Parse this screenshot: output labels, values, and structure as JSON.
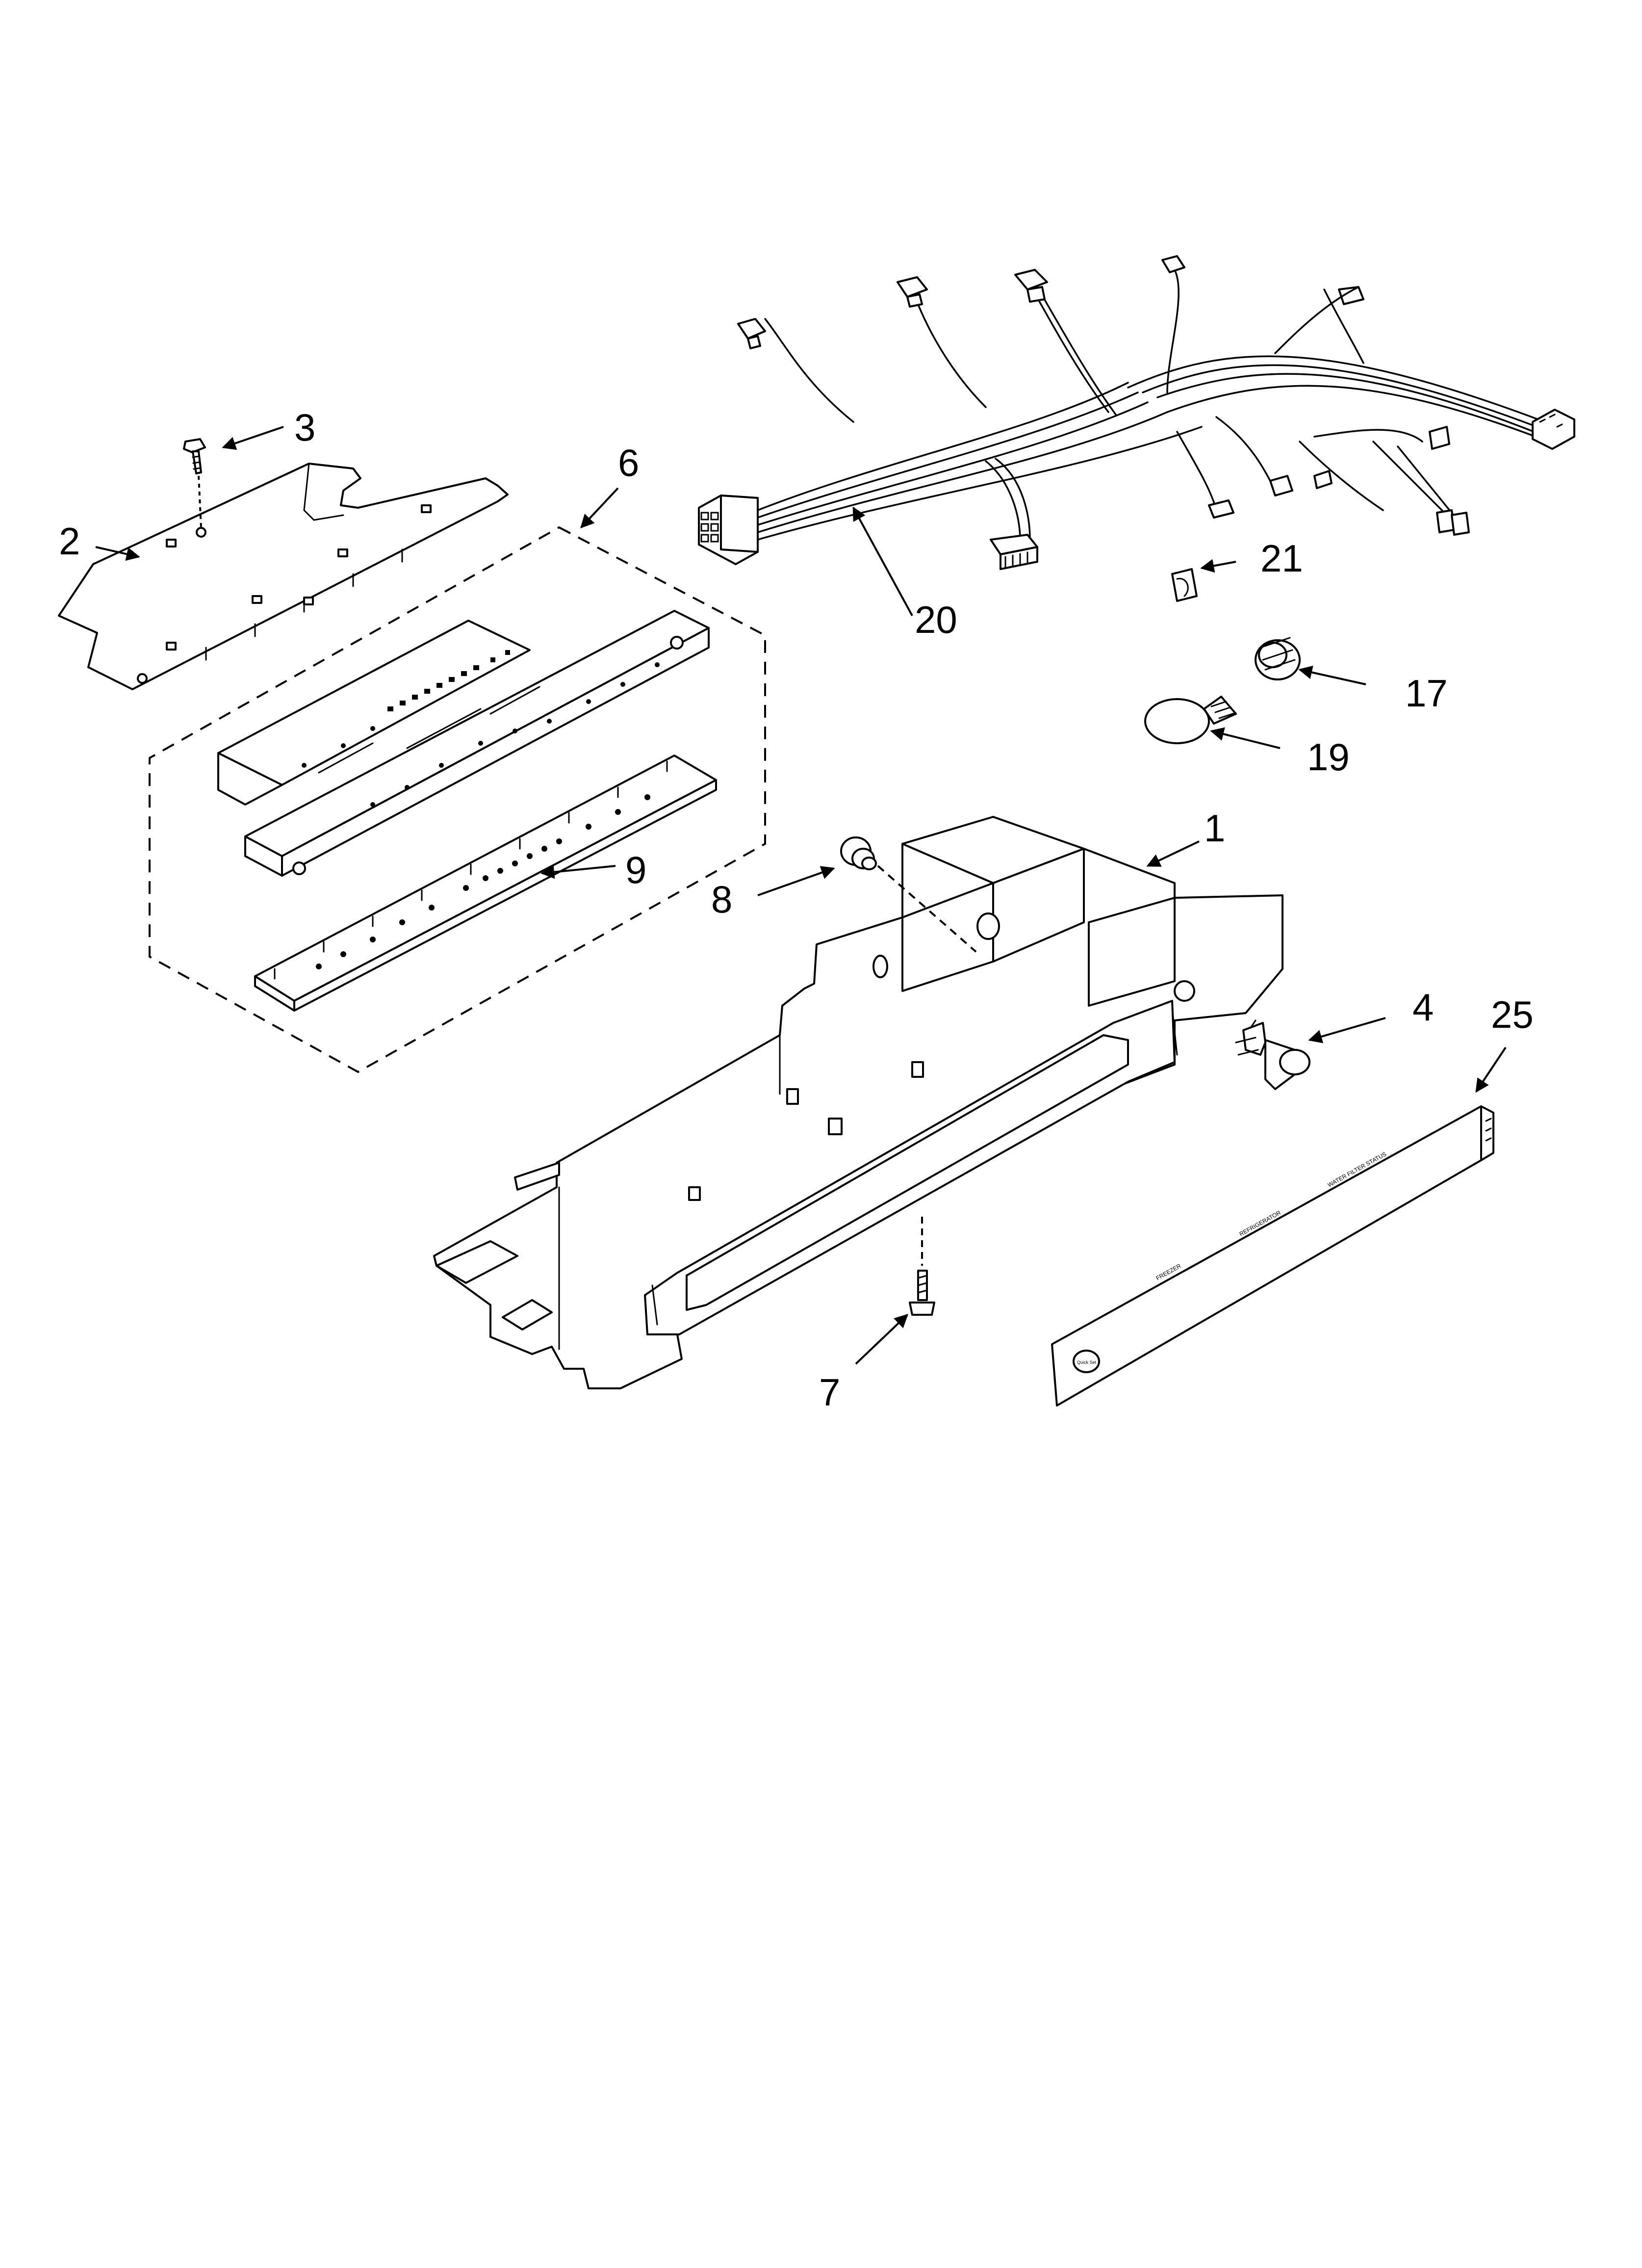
{
  "callouts": {
    "c1": "1",
    "c2": "2",
    "c3": "3",
    "c4": "4",
    "c6": "6",
    "c7": "7",
    "c8": "8",
    "c9": "9",
    "c17": "17",
    "c19": "19",
    "c20": "20",
    "c21": "21",
    "c25": "25"
  },
  "overlay_labels": {
    "freezer": "FREEZER",
    "refrigerator": "REFRIGERATOR",
    "water_filter_status": "WATER FILTER STATUS",
    "brand": "Quick Set"
  }
}
